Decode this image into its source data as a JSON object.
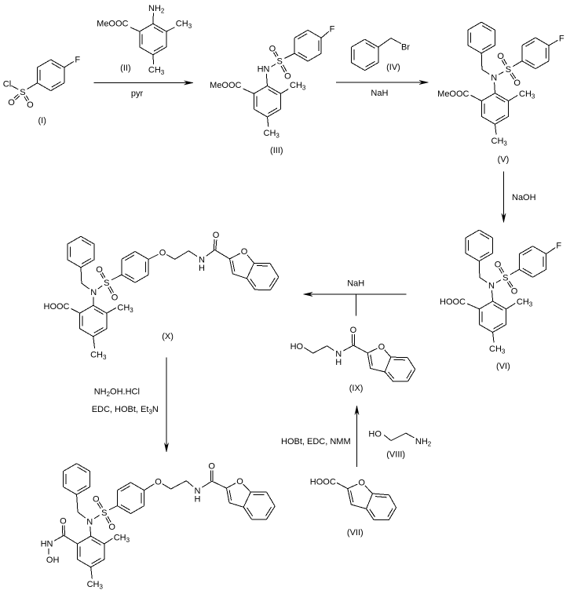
{
  "scheme": {
    "type": "chemical-reaction-scheme",
    "background": "#ffffff",
    "line_color": "#000000",
    "compounds": {
      "I": {
        "label": "(I)",
        "atoms": {
          "cl": "Cl",
          "s": "S",
          "o1": "O",
          "o2": "O",
          "f": "F"
        }
      },
      "II": {
        "label": "(II)",
        "atoms": {
          "amine": "NH",
          "amine_sub": "2",
          "ester": "MeOOC",
          "me1": "CH",
          "me1_sub": "3",
          "me2": "CH",
          "me2_sub": "3"
        }
      },
      "III": {
        "label": "(III)",
        "atoms": {
          "hn": "HN",
          "s": "S",
          "o1": "O",
          "o2": "O",
          "f": "F",
          "ester": "MeOOC",
          "me1": "CH",
          "me1_sub": "3",
          "me2": "CH",
          "me2_sub": "3"
        }
      },
      "IV": {
        "label": "(IV)",
        "atoms": {
          "br": "Br"
        }
      },
      "V": {
        "label": "(V)",
        "atoms": {
          "n": "N",
          "s": "S",
          "o1": "O",
          "o2": "O",
          "f": "F",
          "ester": "MeOOC",
          "me1": "CH",
          "me1_sub": "3",
          "me2": "CH",
          "me2_sub": "3"
        }
      },
      "VI": {
        "label": "(VI)",
        "atoms": {
          "n": "N",
          "s": "S",
          "o1": "O",
          "o2": "O",
          "f": "F",
          "acid": "HOOC",
          "me1": "CH",
          "me1_sub": "3",
          "me2": "CH",
          "me2_sub": "3"
        }
      },
      "VII": {
        "label": "(VII)",
        "atoms": {
          "acid": "HOOC",
          "o_furan": "O"
        }
      },
      "VIII": {
        "label": "(VIII)",
        "atoms": {
          "ho": "HO",
          "amine": "NH",
          "amine_sub": "2"
        }
      },
      "IX": {
        "label": "(IX)",
        "atoms": {
          "ho": "HO",
          "n": "N",
          "h": "H",
          "o_carbonyl": "O",
          "o_furan": "O"
        }
      },
      "X": {
        "label": "(X)",
        "atoms": {
          "acid": "HOOC",
          "n": "N",
          "s": "S",
          "o1": "O",
          "o2": "O",
          "me1": "CH",
          "me1_sub": "3",
          "me2": "CH",
          "me2_sub": "3",
          "o_ether": "O",
          "nh_n": "N",
          "nh_h": "H",
          "o_carbonyl": "O",
          "o_furan": "O"
        }
      },
      "XI": {
        "label": "",
        "atoms": {
          "o_hydroxamic": "O",
          "hn": "HN",
          "oh": "OH",
          "n": "N",
          "s": "S",
          "o1": "O",
          "o2": "O",
          "me1": "CH",
          "me1_sub": "3",
          "me2": "CH",
          "me2_sub": "3",
          "o_ether": "O",
          "nh_n": "N",
          "nh_h": "H",
          "o_carbonyl": "O",
          "o_furan": "O"
        }
      }
    },
    "steps": {
      "s1": {
        "from": "I",
        "plus": "II",
        "to": "III",
        "reagent": "pyr"
      },
      "s2": {
        "from": "III",
        "plus": "IV",
        "to": "V",
        "reagent": "NaH"
      },
      "s3": {
        "from": "V",
        "to": "VI",
        "reagent": "NaOH"
      },
      "s4": {
        "from": "VI",
        "plus": "IX",
        "to": "X",
        "reagent": "NaH"
      },
      "s5": {
        "from": "X",
        "to": "XI",
        "reagent_line1": [
          "NH",
          "2",
          "OH.HCl"
        ],
        "reagent_line2": [
          "EDC, HOBt, Et",
          "3",
          "N"
        ]
      },
      "s6": {
        "from": "VII",
        "plus": "VIII",
        "to": "IX",
        "reagent": "HOBt, EDC, NMM"
      }
    }
  }
}
